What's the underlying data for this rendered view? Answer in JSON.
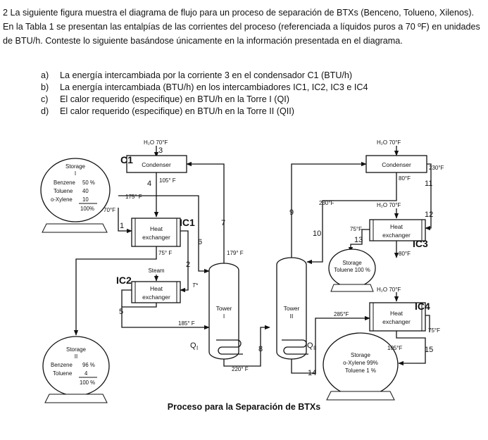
{
  "problem": {
    "text": "2  La siguiente figura muestra el diagrama de flujo para un proceso de separación de BTXs (Benceno, Tolueno, Xilenos).  En la Tabla 1 se presentan las entalpías de las corrientes del proceso (referenciada a líquidos puros a 70 ºF) en unidades de BTU/h.  Conteste lo siguiente basándose únicamente en la información presentada en el diagrama.",
    "questions": [
      {
        "letter": "a)",
        "text": "La energía intercambiada por la corriente 3 en el condensador C1 (BTU/h)"
      },
      {
        "letter": "b)",
        "text": "La energía intercambiada (BTU/h) en los intercambiadores IC1, IC2, IC3 e IC4"
      },
      {
        "letter": "c)",
        "text": "El calor requerido (especifique) en BTU/h en la Torre I (QI)"
      },
      {
        "letter": "d)",
        "text": "El calor requerido (especifique) en BTU/h en la Torre II (QII)"
      }
    ]
  },
  "diagram": {
    "caption": "Proceso para la Separación de BTXs",
    "equipment": {
      "storage1": {
        "title": "Storage",
        "numeral": "I",
        "rows": [
          [
            "Benzene",
            "50 %"
          ],
          [
            "Toluene",
            "40"
          ],
          [
            "o-Xylene",
            "10"
          ]
        ],
        "total": "100%"
      },
      "storage2": {
        "title": "Storage",
        "numeral": "II",
        "rows": [
          [
            "Benzene",
            "96 %"
          ],
          [
            "Toluene",
            "4"
          ]
        ],
        "total": "100 %"
      },
      "storage3": {
        "line1": "Storage",
        "line2": "Toluene 100 %"
      },
      "storage4": {
        "line1": "Storage",
        "line2": "o-Xylene 99%",
        "line3": "Toluene 1 %"
      },
      "condenser1": "Condenser",
      "condenser2": "Condenser",
      "hx_line1": "Heat",
      "hx_line2": "exchanger",
      "tower1": {
        "label": "Tower",
        "numeral": "I"
      },
      "tower2": {
        "label": "Tower",
        "numeral": "II"
      },
      "steam": "Steam"
    },
    "unit_labels": {
      "c1": "C1",
      "ic1": "IC1",
      "ic2": "IC2",
      "ic3": "IC3",
      "ic4": "IC4"
    },
    "streams": [
      "1",
      "2",
      "3",
      "4",
      "5",
      "6",
      "7",
      "8",
      "9",
      "10",
      "11",
      "12",
      "13",
      "14",
      "15"
    ],
    "temperatures": {
      "h2o_c1": "H₂O  70°F",
      "h2o_c2": "H₂O  70°F",
      "h2o_ic3": "H₂O  70°F",
      "h2o_ic4": "H₂O  70°F",
      "s4": "105° F",
      "s175": "175° F",
      "s70": "70°F",
      "s75_ic1": "75° F",
      "t_star": "T*",
      "s185": "185° F",
      "s179": "179° F",
      "s220": "220° F",
      "s230_top": "230°F",
      "s80_c2": "80°F",
      "s230_left": "230°F",
      "s75_ic3": "75°F",
      "s80_ic3": "80°F",
      "s285": "285°F",
      "s75_ic4": "75°F",
      "s105_ic4": "105°F"
    },
    "heat": {
      "q1": "Q",
      "q1_sub": "I",
      "q2": "Q",
      "q2_sub": "II"
    }
  }
}
